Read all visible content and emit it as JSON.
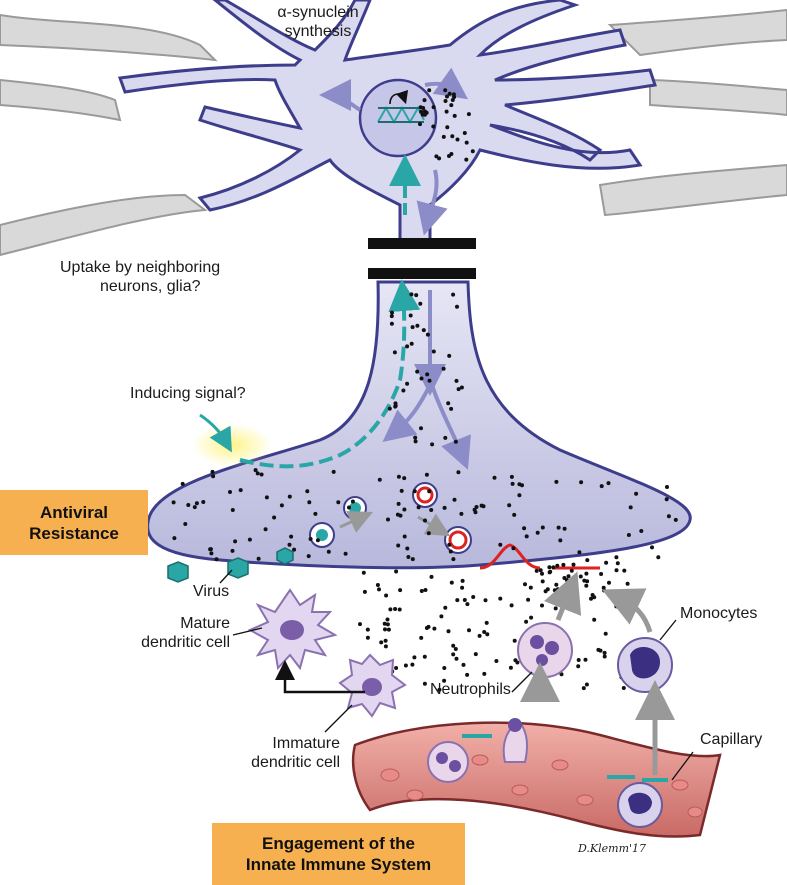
{
  "labels": {
    "synthesis_line1": "α-synuclein",
    "synthesis_line2": "synthesis",
    "uptake_line1": "Uptake by neighboring",
    "uptake_line2": "neurons, glia?",
    "inducing": "Inducing signal?",
    "virus": "Virus",
    "mature_line1": "Mature",
    "mature_line2": "dendritic cell",
    "immature_line1": "Immature",
    "immature_line2": "dendritic cell",
    "neutrophils": "Neutrophils",
    "monocytes": "Monocytes",
    "capillary": "Capillary",
    "signature": "D.Klemm'17"
  },
  "boxes": {
    "antiviral_line1": "Antiviral",
    "antiviral_line2": "Resistance",
    "innate_line1": "Engagement of the",
    "innate_line2": "Innate Immune System"
  },
  "colors": {
    "cytoplasm": "#d9d9f0",
    "membrane": "#3d3d8c",
    "teal_arrow": "#2aa6a6",
    "lavender_arrow": "#8c8cc8",
    "orange_box": "#f7b04f",
    "capillary": "#d97a7a",
    "neighbor_neuron": "#d9d9d9"
  }
}
